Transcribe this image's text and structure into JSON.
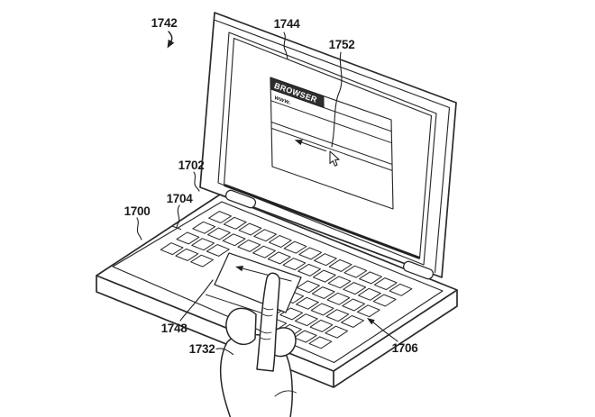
{
  "figure": {
    "colors": {
      "background": "#ffffff",
      "line": "#2a2a2a",
      "titlebar_fill": "#2e2e2e",
      "titlebar_text": "#ffffff"
    },
    "labels": {
      "fig_ref": "1742",
      "display": "1744",
      "cursor": "1752",
      "hinge": "1702",
      "deck_edge": "1704",
      "base": "1700",
      "trackpad": "1748",
      "finger": "1732",
      "keyboard": "1706"
    },
    "browser": {
      "title": "BROWSER",
      "address": "www."
    }
  }
}
